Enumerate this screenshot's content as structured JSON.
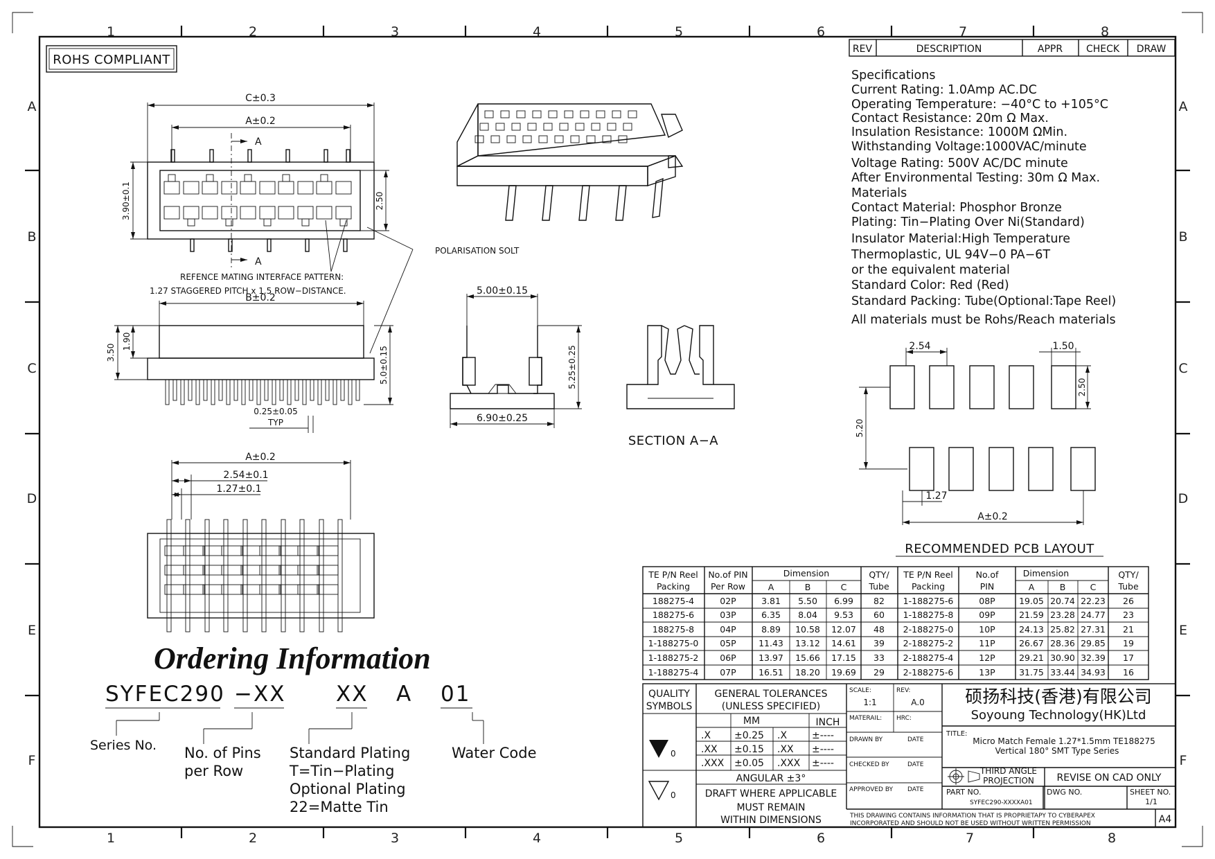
{
  "border": {
    "columns_top": [
      "1",
      "2",
      "3",
      "4",
      "5",
      "6",
      "7",
      "8"
    ],
    "columns_bottom": [
      "1",
      "2",
      "3",
      "4",
      "5",
      "6",
      "7",
      "8"
    ],
    "rows": [
      "A",
      "B",
      "C",
      "D",
      "E",
      "F"
    ]
  },
  "badge": "ROHS COMPLIANT",
  "revision_block": {
    "headers": [
      "REV",
      "DESCRIPTION",
      "APPR",
      "CHECK",
      "DRAW"
    ]
  },
  "specifications": [
    "Specifications",
    "Current Rating: 1.0Amp AC.DC",
    "Operating Temperature: −40°C to +105°C",
    "Contact Resistance: 20m Ω Max.",
    "Insulation Resistance: 1000M ΩMin.",
    "Withstanding Voltage:1000VAC/minute",
    "Voltage Rating: 500V AC/DC minute",
    "After Environmental Testing: 30m Ω Max.",
    "Materials",
    "Contact Material: Phosphor Bronze",
    "Plating: Tin−Plating Over Ni(Standard)",
    "Insulator Material:High Temperature",
    "Thermoplastic, UL 94V−0 PA−6T",
    "or the equivalent material",
    "Standard Color: Red (Red)",
    "Standard Packing: Tube(Optional:Tape Reel)",
    "All materials must be Rohs/Reach materials"
  ],
  "dimensions": {
    "c": "C±0.3",
    "a": "A±0.2",
    "section_mark": "A",
    "h390": "3.90±0.1",
    "h250": "2.50",
    "polarisation": "POLARISATION SOLT",
    "ref_line1": "REFENCE MATING INTERFACE PATTERN:",
    "ref_line2": "1.27 STAGGERED PITCH x 1.5 ROW−DISTANCE.",
    "b": "B±0.2",
    "h350": "3.50",
    "h190": "1.90",
    "h500": "5.0±0.15",
    "pin_w": "0.25±0.05",
    "typ": "TYP",
    "w500": "5.00±0.15",
    "h525": "5.25±0.25",
    "w690": "6.90±0.25",
    "section": "SECTION A−A",
    "a_bottom": "A±0.2",
    "pitch254": "2.54±0.1",
    "pitch127": "1.27±0.1",
    "pcb_254": "2.54",
    "pcb_150": "1.50",
    "pcb_250": "2.50",
    "pcb_520": "5.20",
    "pcb_127": "1.27",
    "pcb_a": "A±0.2",
    "pcb_title": "RECOMMENDED PCB LAYOUT"
  },
  "ordering": {
    "title": "Ordering Information",
    "code_parts": [
      "SYFEC290",
      "−XX",
      "XX",
      "A",
      "01"
    ],
    "series": "Series No.",
    "pins_line1": "No. of Pins",
    "pins_line2": "per Row",
    "plating": [
      "Standard Plating",
      "T=Tin−Plating",
      "Optional Plating",
      "22=Matte Tin"
    ],
    "water": "Water Code"
  },
  "table": {
    "h_reel": [
      "TE P/N Reel",
      "Packing"
    ],
    "h_pin_left": [
      "No.of PIN",
      "Per Row"
    ],
    "h_pin_right": [
      "No.of",
      "PIN"
    ],
    "h_dimension": "Dimension",
    "h_abc": [
      "A",
      "B",
      "C"
    ],
    "h_qty": [
      "QTY/",
      "Tube"
    ],
    "rows": [
      [
        "188275-4",
        "02P",
        "3.81",
        "5.50",
        "6.99",
        "82",
        "1-188275-6",
        "08P",
        "19.05",
        "20.74",
        "22.23",
        "26"
      ],
      [
        "188275-6",
        "03P",
        "6.35",
        "8.04",
        "9.53",
        "60",
        "1-188275-8",
        "09P",
        "21.59",
        "23.28",
        "24.77",
        "23"
      ],
      [
        "188275-8",
        "04P",
        "8.89",
        "10.58",
        "12.07",
        "48",
        "2-188275-0",
        "10P",
        "24.13",
        "25.82",
        "27.31",
        "21"
      ],
      [
        "1-188275-0",
        "05P",
        "11.43",
        "13.12",
        "14.61",
        "39",
        "2-188275-2",
        "11P",
        "26.67",
        "28.36",
        "29.85",
        "19"
      ],
      [
        "1-188275-2",
        "06P",
        "13.97",
        "15.66",
        "17.15",
        "33",
        "2-188275-4",
        "12P",
        "29.21",
        "30.90",
        "32.39",
        "17"
      ],
      [
        "1-188275-4",
        "07P",
        "16.51",
        "18.20",
        "19.69",
        "29",
        "2-188275-6",
        "13P",
        "31.75",
        "33.44",
        "34.93",
        "16"
      ]
    ]
  },
  "title_block": {
    "quality": [
      "QUALITY",
      "SYMBOLS"
    ],
    "q0": "0",
    "gen_tol": [
      "GENERAL TOLERANCES",
      "(UNLESS SPECIFIED)"
    ],
    "mm": "MM",
    "inch": "INCH",
    "tol_rows": [
      [
        ".X",
        "±0.25",
        ".X",
        "±----"
      ],
      [
        ".XX",
        "±0.15",
        ".XX",
        "±----"
      ],
      [
        ".XXX",
        "±0.05",
        ".XXX",
        "±----"
      ]
    ],
    "angular": "ANGULAR ±3°",
    "draft": [
      "DRAFT WHERE APPLICABLE",
      "MUST REMAIN",
      "WITHIN DIMENSIONS"
    ],
    "scale_label": "SCALE:",
    "scale": "1:1",
    "rev_label": "REV:",
    "rev": "A.0",
    "material": "MATERAIL:",
    "hrc": "HRC:",
    "drawn": "DRAWN BY",
    "checked": "CHECKED BY",
    "approved": "APPROVED BY",
    "date": "DATE",
    "company_cn": "硕扬科技(香港)有限公司",
    "company_en": "Soyoung Technology(HK)Ltd",
    "title_label": "TITLE:",
    "title1": "Micro Match Female 1.27*1.5mm TE188275",
    "title2": "Vertical 180° SMT Type Series",
    "projection": [
      "THIRD ANGLE",
      "PROJECTION"
    ],
    "revise": "REVISE ON CAD ONLY",
    "part_label": "PART NO.",
    "part": "SYFEC290-XXXXA01",
    "dwg_label": "DWG NO.",
    "sheet_label": "SHEET NO.",
    "sheet": "1/1",
    "notice1": "THIS DRAWING CONTAINS INFORMATION THAT IS PROPRIETAPY TO CYBERAPEX",
    "notice2": "INCORPORATED AND SHOULD NOT BE USED WITHOUT WRITTEN PERMISSION",
    "size": "A4"
  }
}
